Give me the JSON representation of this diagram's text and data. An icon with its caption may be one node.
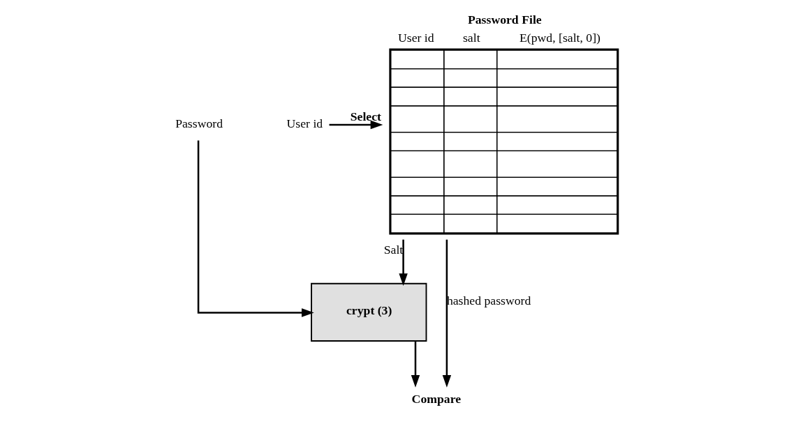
{
  "diagram": {
    "nodes": [
      {
        "text": [
          "Password File",
          "User id",
          "salt",
          "E(pwd, [salt, 0])"
        ]
      },
      {
        "text": [
          "User id"
        ]
      },
      {
        "text": [
          "Password"
        ]
      },
      {
        "text": [
          "crypt (3)"
        ]
      },
      {
        "text": [
          "Compare"
        ]
      }
    ],
    "edges": [
      {
        "from": 1,
        "to": 0,
        "arrow": "to",
        "label": "Select"
      },
      {
        "from": 0,
        "to": 3,
        "arrow": "to",
        "label": "Salt"
      },
      {
        "from": 2,
        "to": 3,
        "arrow": "to"
      },
      {
        "from": 3,
        "to": 4,
        "arrow": "to"
      },
      {
        "from": 0,
        "to": 4,
        "arrow": "to",
        "label": "hashed password"
      }
    ]
  }
}
